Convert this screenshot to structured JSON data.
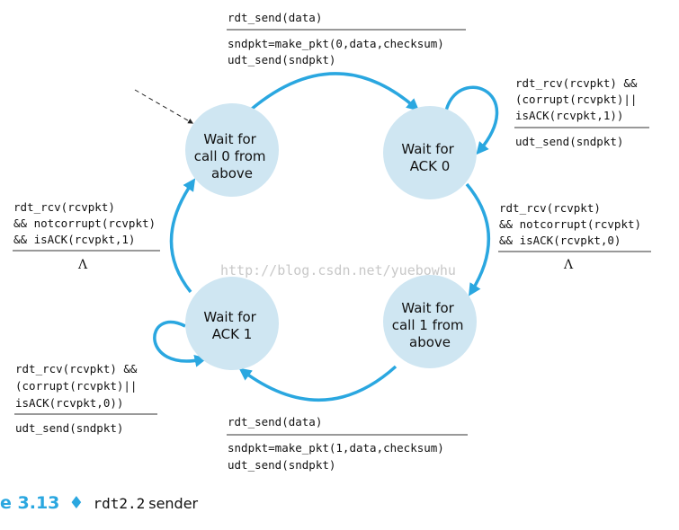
{
  "states": [
    {
      "id": "wait-call-0",
      "lines": [
        "Wait for",
        "call 0 from",
        "above"
      ]
    },
    {
      "id": "wait-ack-0",
      "lines": [
        "Wait for",
        "ACK 0"
      ]
    },
    {
      "id": "wait-call-1",
      "lines": [
        "Wait for",
        "call 1 from",
        "above"
      ]
    },
    {
      "id": "wait-ack-1",
      "lines": [
        "Wait for",
        "ACK 1"
      ]
    }
  ],
  "transitions": {
    "top": {
      "event": [
        "rdt_send(data)"
      ],
      "action": [
        "sndpkt=make_pkt(0,data,checksum)",
        "udt_send(sndpkt)"
      ]
    },
    "ack0_self": {
      "event": [
        "rdt_rcv(rcvpkt) &&",
        "(corrupt(rcvpkt)||",
        "isACK(rcvpkt,1))"
      ],
      "action": [
        "udt_send(sndpkt)"
      ]
    },
    "right": {
      "event": [
        "rdt_rcv(rcvpkt)",
        "&& notcorrupt(rcvpkt)",
        "&& isACK(rcvpkt,0)"
      ],
      "action": [
        "Λ"
      ]
    },
    "bottom": {
      "event": [
        "rdt_send(data)"
      ],
      "action": [
        "sndpkt=make_pkt(1,data,checksum)",
        "udt_send(sndpkt)"
      ]
    },
    "ack1_self": {
      "event": [
        "rdt_rcv(rcvpkt) &&",
        "(corrupt(rcvpkt)||",
        "isACK(rcvpkt,0))"
      ],
      "action": [
        "udt_send(sndpkt)"
      ]
    },
    "left": {
      "event": [
        "rdt_rcv(rcvpkt)",
        "&& notcorrupt(rcvpkt)",
        "&& isACK(rcvpkt,1)"
      ],
      "action": [
        "Λ"
      ]
    }
  },
  "watermark": "http://blog.csdn.net/yuebowhu",
  "caption": {
    "number": "e 3.13",
    "bullet": "♦",
    "title_mono": "rdt2.2",
    "title_rest": " sender"
  },
  "colors": {
    "state_fill": "#cfe6f2",
    "arrow": "#2aa7e0"
  }
}
